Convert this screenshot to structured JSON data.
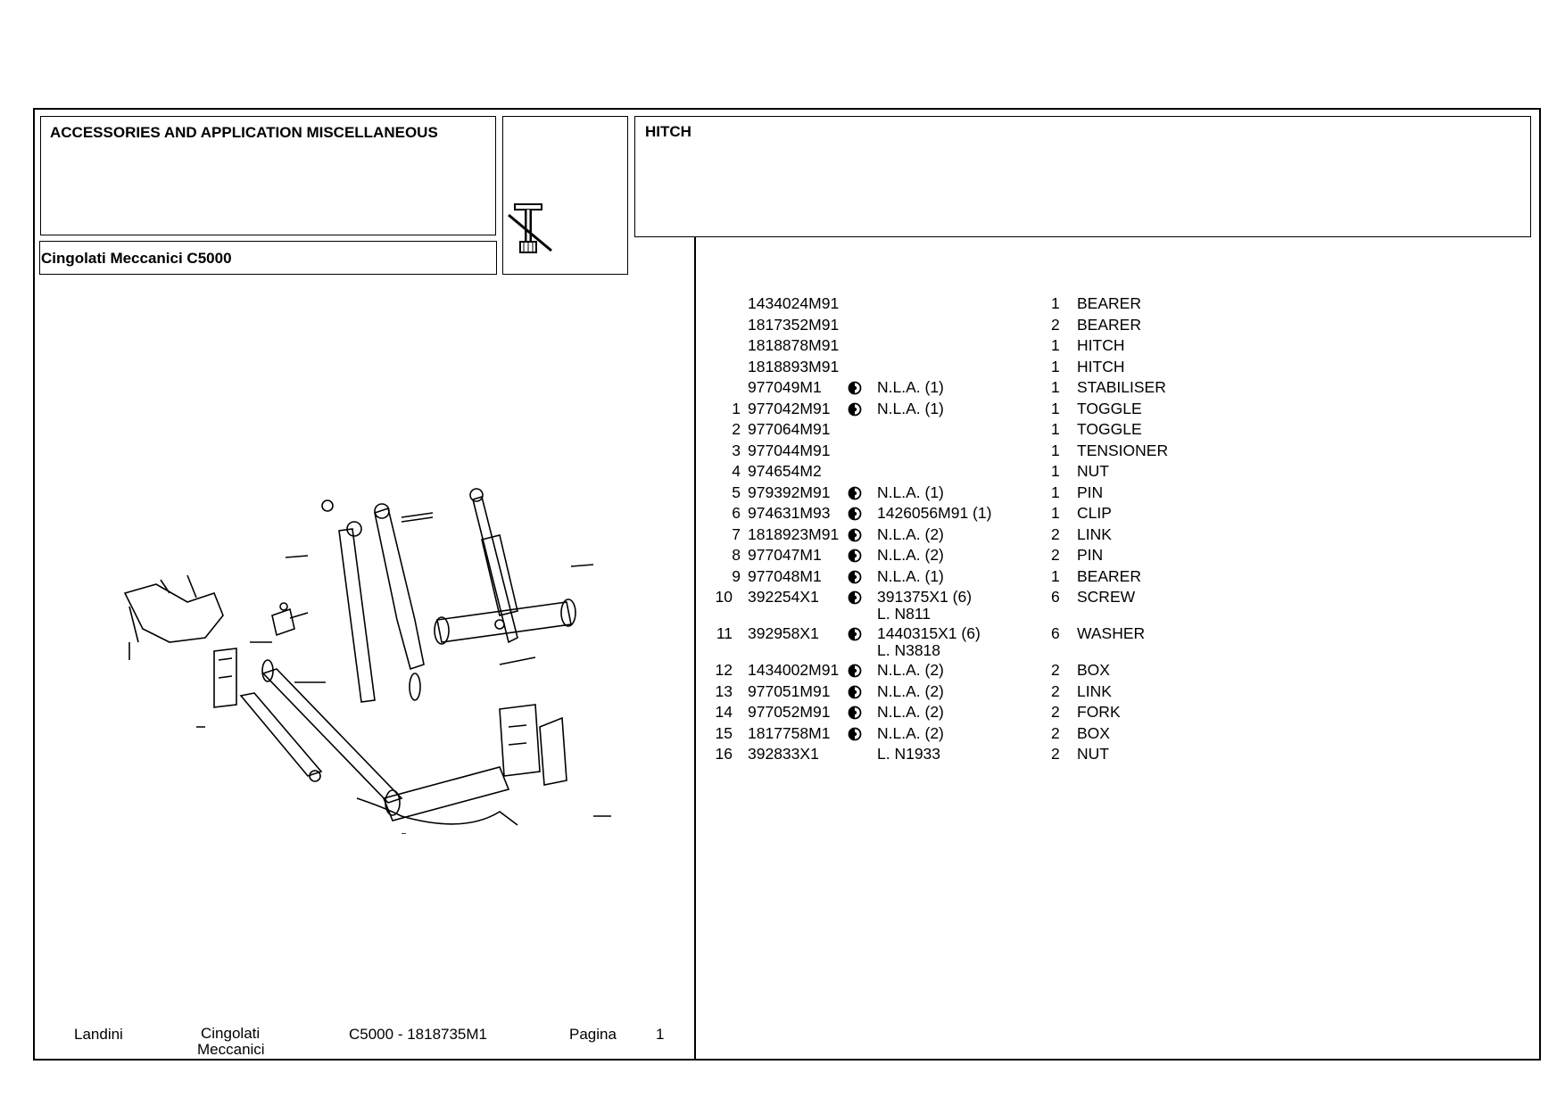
{
  "header": {
    "section_title": "ACCESSORIES AND APPLICATION MISCELLANEOUS",
    "model_title": "Cingolati Meccanici C5000",
    "group_title": "HITCH"
  },
  "parts": [
    {
      "ref": "",
      "part": "1434024M91",
      "mark": false,
      "note": "",
      "note2": "",
      "qty": "1",
      "desc": "BEARER"
    },
    {
      "ref": "",
      "part": "1817352M91",
      "mark": false,
      "note": "",
      "note2": "",
      "qty": "2",
      "desc": "BEARER"
    },
    {
      "ref": "",
      "part": "1818878M91",
      "mark": false,
      "note": "",
      "note2": "",
      "qty": "1",
      "desc": "HITCH"
    },
    {
      "ref": "",
      "part": "1818893M91",
      "mark": false,
      "note": "",
      "note2": "",
      "qty": "1",
      "desc": "HITCH"
    },
    {
      "ref": "",
      "part": "977049M1",
      "mark": true,
      "note": "N.L.A.  (1)",
      "note2": "",
      "qty": "1",
      "desc": "STABILISER"
    },
    {
      "ref": "1",
      "part": "977042M91",
      "mark": true,
      "note": "N.L.A.  (1)",
      "note2": "",
      "qty": "1",
      "desc": "TOGGLE"
    },
    {
      "ref": "2",
      "part": "977064M91",
      "mark": false,
      "note": "",
      "note2": "",
      "qty": "1",
      "desc": "TOGGLE"
    },
    {
      "ref": "3",
      "part": "977044M91",
      "mark": false,
      "note": "",
      "note2": "",
      "qty": "1",
      "desc": "TENSIONER"
    },
    {
      "ref": "4",
      "part": "974654M2",
      "mark": false,
      "note": "",
      "note2": "",
      "qty": "1",
      "desc": "NUT"
    },
    {
      "ref": "5",
      "part": "979392M91",
      "mark": true,
      "note": "N.L.A.  (1)",
      "note2": "",
      "qty": "1",
      "desc": "PIN"
    },
    {
      "ref": "6",
      "part": "974631M93",
      "mark": true,
      "note": "1426056M91  (1)",
      "note2": "",
      "qty": "1",
      "desc": "CLIP"
    },
    {
      "ref": "7",
      "part": "1818923M91",
      "mark": true,
      "note": "N.L.A.  (2)",
      "note2": "",
      "qty": "2",
      "desc": "LINK"
    },
    {
      "ref": "8",
      "part": "977047M1",
      "mark": true,
      "note": "N.L.A.  (2)",
      "note2": "",
      "qty": "2",
      "desc": "PIN"
    },
    {
      "ref": "9",
      "part": "977048M1",
      "mark": true,
      "note": "N.L.A.  (1)",
      "note2": "",
      "qty": "1",
      "desc": "BEARER"
    },
    {
      "ref": "10",
      "part": "392254X1",
      "mark": true,
      "note": "391375X1  (6)",
      "note2": "L. N811",
      "qty": "6",
      "desc": "SCREW"
    },
    {
      "ref": "11",
      "part": "392958X1",
      "mark": true,
      "note": "1440315X1  (6)",
      "note2": "L. N3818",
      "qty": "6",
      "desc": "WASHER"
    },
    {
      "ref": "12",
      "part": "1434002M91",
      "mark": true,
      "note": "N.L.A.  (2)",
      "note2": "",
      "qty": "2",
      "desc": "BOX"
    },
    {
      "ref": "13",
      "part": "977051M91",
      "mark": true,
      "note": "N.L.A.  (2)",
      "note2": "",
      "qty": "2",
      "desc": "LINK"
    },
    {
      "ref": "14",
      "part": "977052M91",
      "mark": true,
      "note": "N.L.A.  (2)",
      "note2": "",
      "qty": "2",
      "desc": "FORK"
    },
    {
      "ref": "15",
      "part": "1817758M1",
      "mark": true,
      "note": "N.L.A.  (2)",
      "note2": "",
      "qty": "2",
      "desc": "BOX"
    },
    {
      "ref": "16",
      "part": "392833X1",
      "mark": false,
      "note": "L. N1933",
      "note2": "",
      "qty": "2",
      "desc": "NUT"
    }
  ],
  "footer": {
    "brand": "Landini",
    "series_line1": "Cingolati",
    "series_line2": "Meccanici",
    "model_code": "C5000 - 1818735M1",
    "page_label": "Pagina",
    "page_number": "1"
  }
}
